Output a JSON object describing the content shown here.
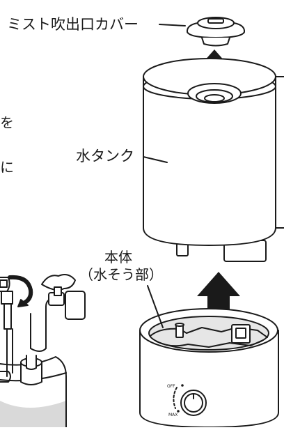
{
  "labels": {
    "mist_cover": "ミスト吹出口カバー",
    "water_tank": "水タンク",
    "body_line1": "本体",
    "body_line2": "（水そう部）",
    "cut_text_1": "を",
    "cut_text_2": "に"
  },
  "dial": {
    "off_label": "OFF",
    "max_label": "MAX"
  },
  "colors": {
    "line": "#1a1a1a",
    "fill": "#ffffff",
    "shade": "#e6e6e6",
    "water": "#d9d9d9"
  }
}
